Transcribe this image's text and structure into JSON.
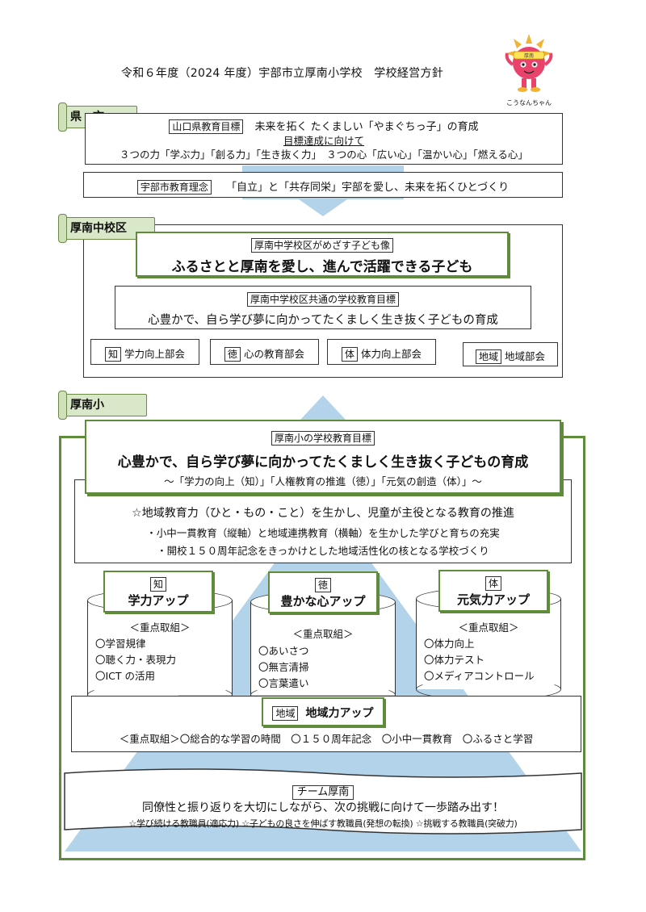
{
  "header": {
    "title": "令和６年度（2024 年度）宇部市立厚南小学校　学校経営方針",
    "mascot_label": "こうなんちゃん",
    "mascot_band": "厚南"
  },
  "sections": {
    "prefecture": {
      "label": "県・市",
      "goal_tag": "山口県教育目標",
      "goal_text": "未来を拓く たくましい「やまぐちっ子」の育成",
      "target_title": "目標達成に向けて",
      "target_text": "３つの力「学ぶ力」「創る力」「生き抜く力」　３つの心「広い心」「温かい心」「燃える心」",
      "city_tag": "宇部市教育理念",
      "city_text": "「自立」と「共存同栄」宇部を愛し、未来を拓くひとづくり"
    },
    "district": {
      "label": "厚南中校区",
      "vision_tag": "厚南中学校区がめざす子ども像",
      "vision_text": "ふるさとと厚南を愛し、進んで活躍できる子ども",
      "common_tag": "厚南中学校区共通の学校教育目標",
      "common_text": "心豊かで、自ら学び夢に向かってたくましく生き抜く子どもの育成",
      "committees": [
        {
          "tag": "知",
          "label": "学力向上部会"
        },
        {
          "tag": "徳",
          "label": "心の教育部会"
        },
        {
          "tag": "体",
          "label": "体力向上部会"
        },
        {
          "tag": "地域",
          "label": "地域部会"
        }
      ]
    },
    "school": {
      "label": "厚南小",
      "goal_tag": "厚南小の学校教育目標",
      "goal_text": "心豊かで、自ら学び夢に向かってたくましく生き抜く子どもの育成",
      "goal_sub": "～「学力の向上（知）」「人権教育の推進（徳）」「元気の創造（体）」～",
      "policy_main": "☆地域教育力（ひと・もの・こと）を生かし、児童が主役となる教育の推進",
      "policy_items": [
        "・小中一貫教育（縦軸）と地域連携教育（横軸）を生かした学びと育ちの充実",
        "・開校１５０周年記念をきっかけとした地域活性化の核となる学校づくり"
      ],
      "pillars": [
        {
          "tag": "知",
          "title": "学力アップ",
          "heading": "＜重点取組＞",
          "items": [
            "〇学習規律",
            "〇聴く力・表現力",
            "〇ICT の活用"
          ]
        },
        {
          "tag": "徳",
          "title": "豊かな心アップ",
          "heading": "＜重点取組＞",
          "items": [
            "〇あいさつ",
            "〇無言清掃",
            "〇言葉遣い"
          ]
        },
        {
          "tag": "体",
          "title": "元気力アップ",
          "heading": "＜重点取組＞",
          "items": [
            "〇体力向上",
            "〇体力テスト",
            "〇メディアコントロール"
          ]
        }
      ],
      "community": {
        "tag": "地域",
        "title": "地域力アップ",
        "text": "＜重点取組＞〇総合的な学習の時間　〇１５０周年記念　〇小中一貫教育　〇ふるさと学習"
      },
      "team": {
        "tag": "チーム厚南",
        "main": "同僚性と振り返りを大切にしながら、次の挑戦に向けて一歩踏み出す！",
        "sub": "☆学び続ける教職員(適応力) ☆子どもの良さを伸ばす教職員(発想の転換) ☆挑戦する教職員(突破力)"
      }
    }
  },
  "colors": {
    "green_frame": "#5f8c3a",
    "arrow_blue": "#b3d3ea",
    "scroll_green": "#d9e8c8"
  }
}
